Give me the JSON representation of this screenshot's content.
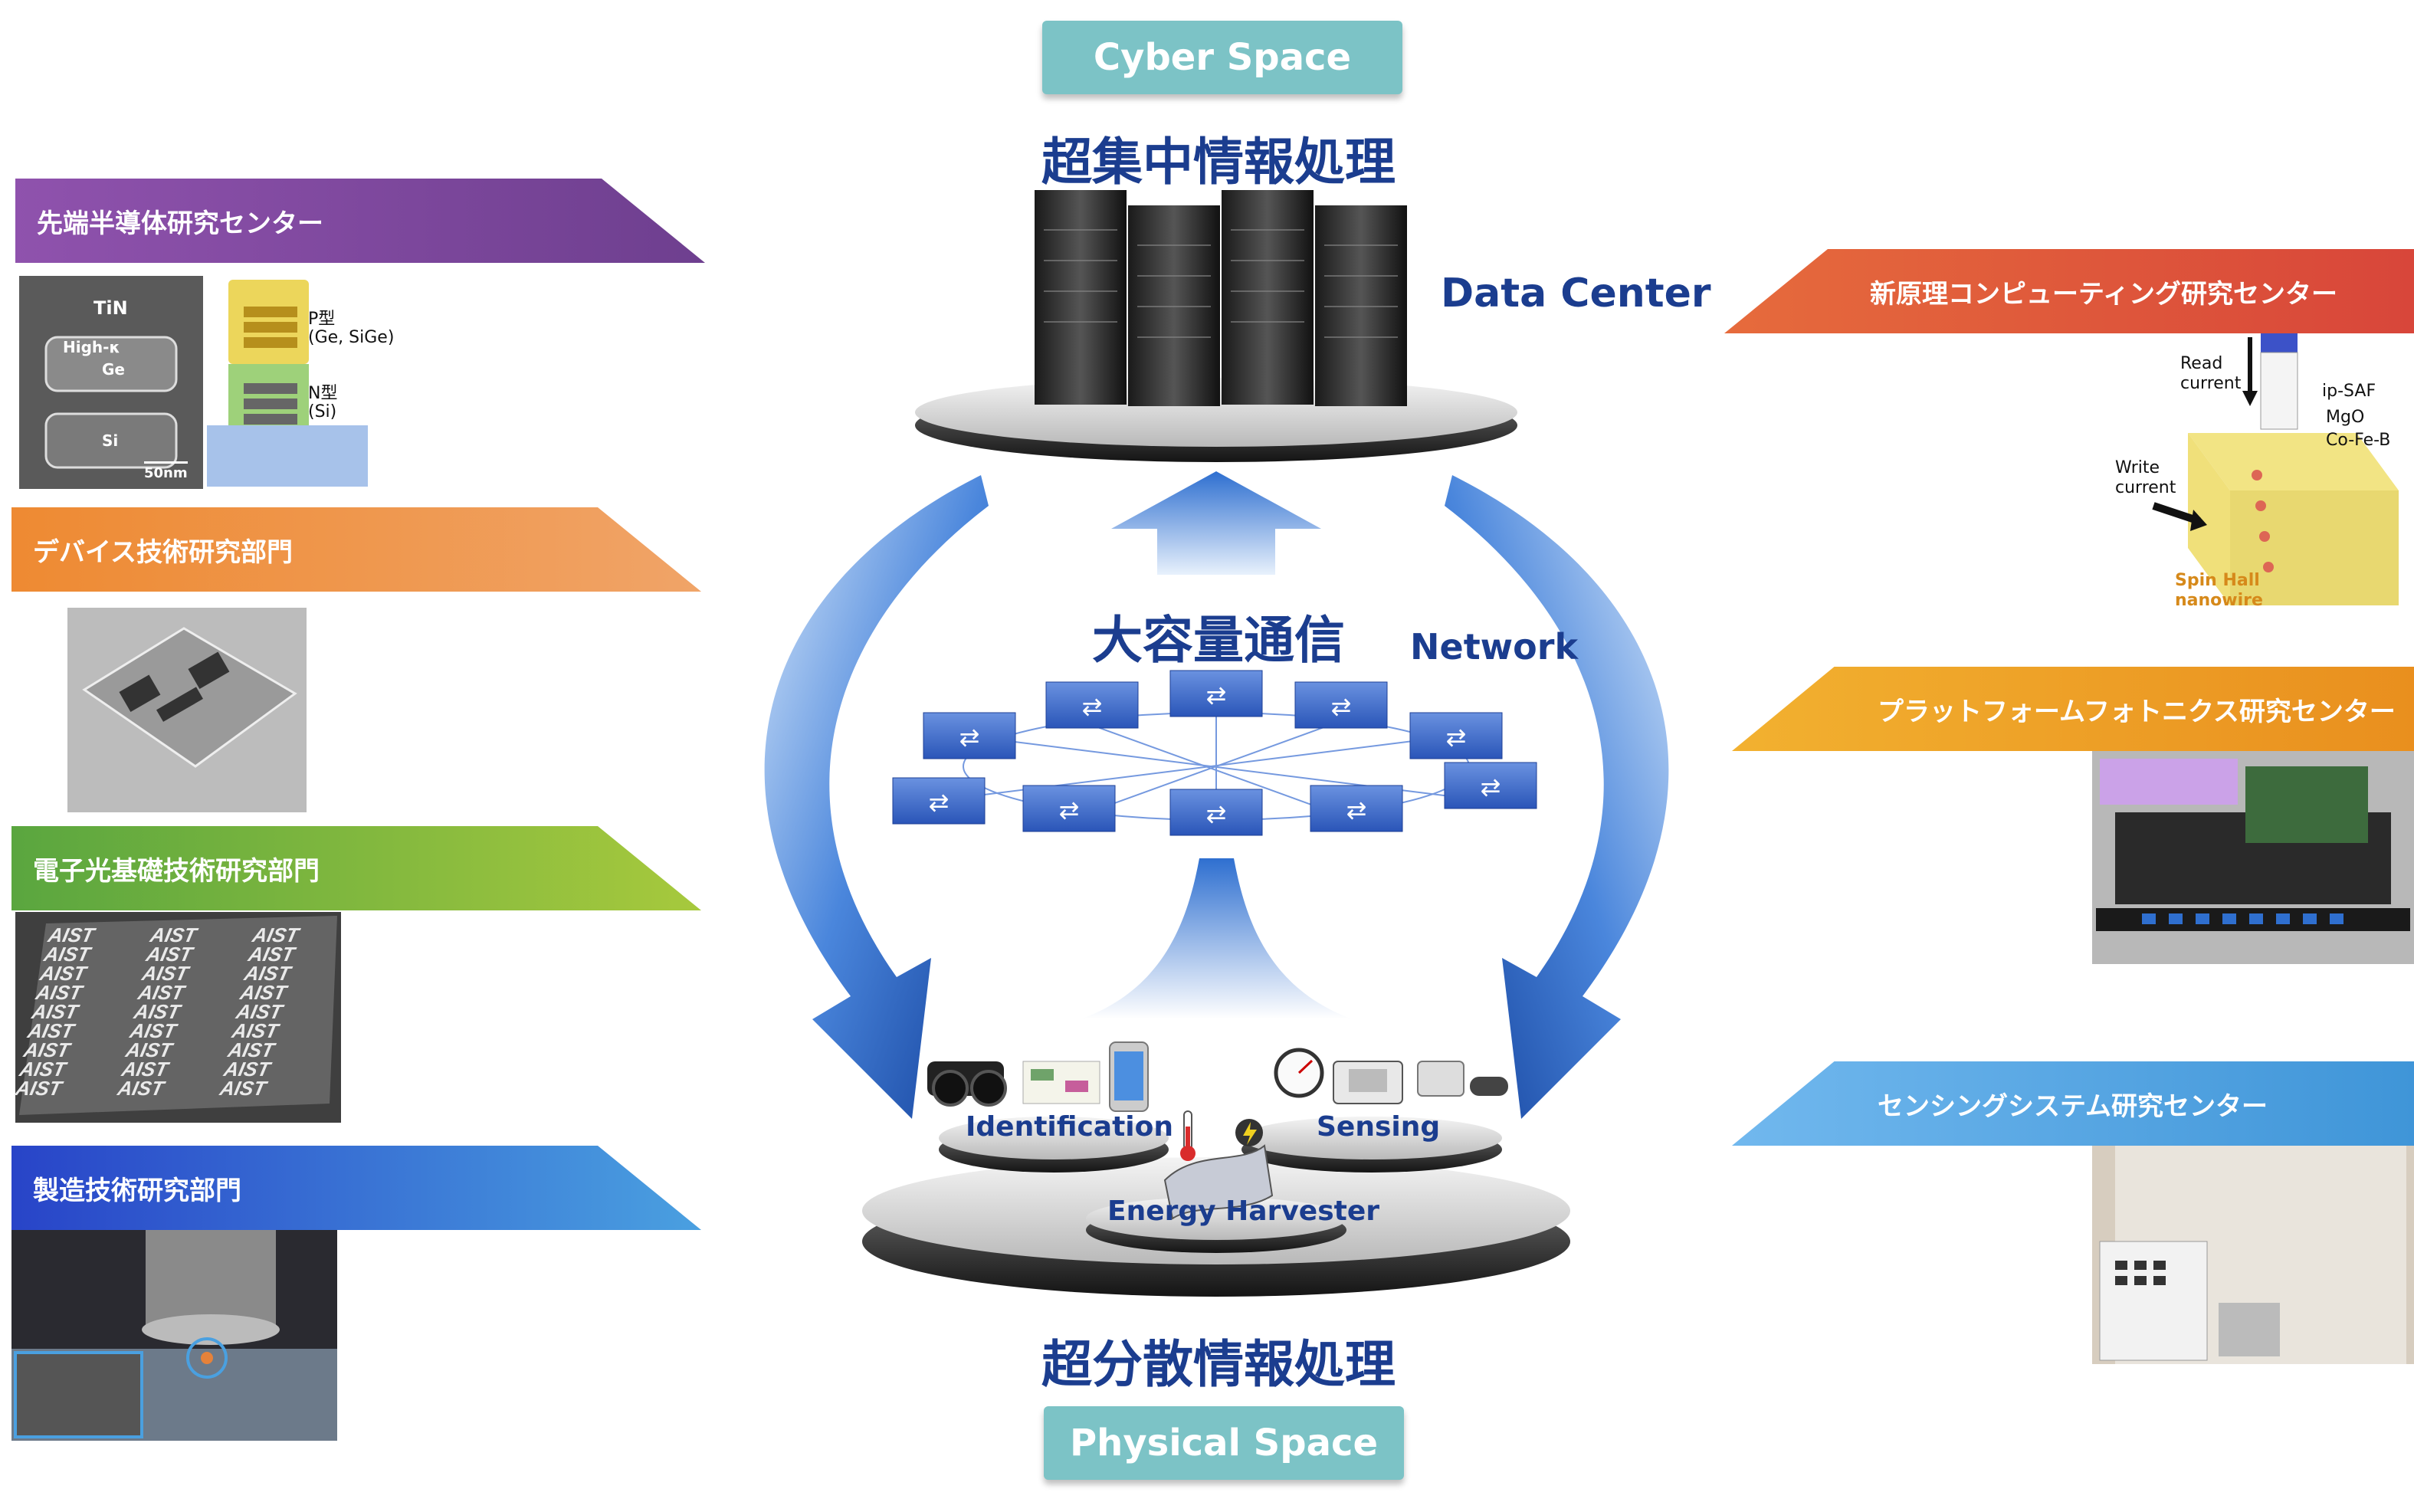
{
  "top": {
    "pill": "Cyber Space",
    "title": "超集中情報処理",
    "data_center": "Data Center"
  },
  "middle": {
    "title": "大容量通信",
    "network": "Network"
  },
  "bottom": {
    "pill": "Physical Space",
    "title": "超分散情報処理",
    "identification": "Identification",
    "sensing": "Sensing",
    "energy_harvester": "Energy Harvester"
  },
  "left_panels": [
    {
      "label": "先端半導体研究センター",
      "color": "#8a4fa6"
    },
    {
      "label": "デバイス技術研究部門",
      "color": "#ee8e3f"
    },
    {
      "label": "電子光基礎技術研究部門",
      "color": "#79b641"
    },
    {
      "label": "製造技術研究部門",
      "color": "#3a5fd0"
    }
  ],
  "right_panels": [
    {
      "label": "新原理コンピューティング研究センター",
      "color": "#e0573a"
    },
    {
      "label": "プラットフォームフォトニクス研究センター",
      "color": "#f0a82a"
    },
    {
      "label": "センシングシステム研究センター",
      "color": "#4fa5e0"
    }
  ],
  "semiconductor_image": {
    "tin": "TiN",
    "high_k": "High-κ",
    "ge": "Ge",
    "si": "Si",
    "scale": "50nm",
    "p_type": "P型",
    "p_materials": "(Ge, SiGe)",
    "n_type": "N型",
    "n_materials": "(Si)"
  },
  "aist_text": "AIST",
  "spin_image": {
    "read_current": "Read\ncurrent",
    "ip_saf": "ip-SAF",
    "mgo": "MgO",
    "cofeb": "Co-Fe-B",
    "write_current": "Write\ncurrent",
    "spin_hall": "Spin Hall\nnanowire"
  },
  "colors": {
    "navy": "#1b3d8f",
    "arrow_blue": "#2e6fd0",
    "pill": "#7cc3c6"
  }
}
